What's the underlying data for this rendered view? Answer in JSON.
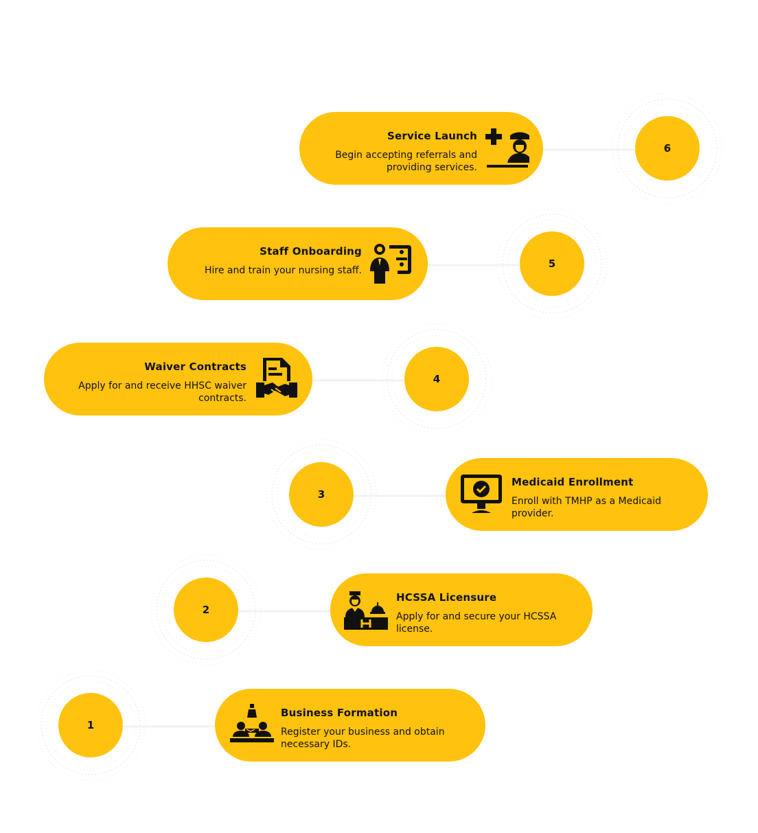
{
  "title": "",
  "steps": [
    {
      "number": "1",
      "label": "Business Formation",
      "description": "Register your business and obtain necessary IDs.",
      "icon": "business-formation-icon"
    },
    {
      "number": "2",
      "label": "HCSSA Licensure",
      "description": "Apply for and secure your HCSSA license.",
      "icon": "hospital-reception-icon"
    },
    {
      "number": "3",
      "label": "Medicaid Enrollment",
      "description": "Enroll with TMHP as a Medicaid provider.",
      "icon": "computer-check-icon"
    },
    {
      "number": "4",
      "label": "Waiver Contracts",
      "description": "Apply for and receive HHSC waiver contracts.",
      "icon": "contract-handshake-icon"
    },
    {
      "number": "5",
      "label": "Staff Onboarding",
      "description": "Hire and train your nursing staff.",
      "icon": "staff-onboarding-icon"
    },
    {
      "number": "6",
      "label": "Service Launch",
      "description": "Begin accepting referrals and providing services.",
      "icon": "nurse-medical-icon"
    }
  ],
  "colors": {
    "accent": "#ffc20e",
    "text": "#111111",
    "connector": "#f2f2f2",
    "ring": "#e6e6e6"
  }
}
